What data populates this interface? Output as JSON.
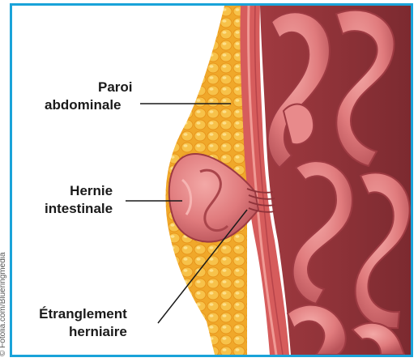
{
  "labels": {
    "paroi_line1": "Paroi",
    "paroi_line2": "abdominale",
    "hernie_line1": "Hernie",
    "hernie_line2": "intestinale",
    "etranglement_line1": "Étranglement",
    "etranglement_line2": "herniaire"
  },
  "credit": "© Fotolia.com/Blueringmedia",
  "colors": {
    "frame": "#1aa3d9",
    "fat": "#f2b23a",
    "intestine": "#e0787a",
    "intestine_dark": "#b84b52",
    "muscle": "#d9615f"
  }
}
